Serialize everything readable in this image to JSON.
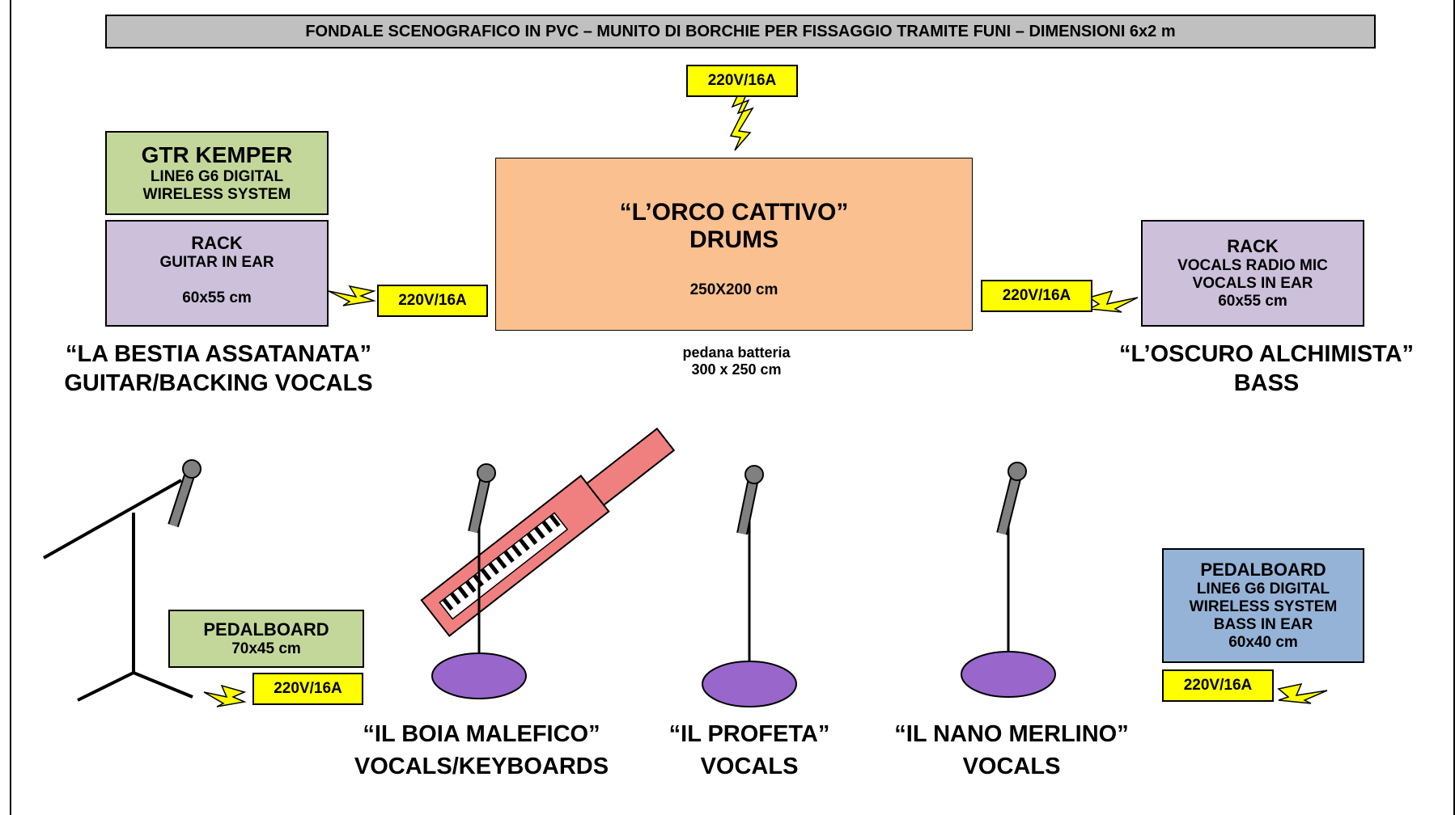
{
  "banner": "FONDALE SCENOGRAFICO IN PVC – MUNITO DI BORCHIE PER FISSAGGIO TRAMITE FUNI – DIMENSIONI 6x2 m",
  "power_label": "220V/16A",
  "gtr_kemper": {
    "title": "GTR KEMPER",
    "line1": "LINE6 G6 DIGITAL",
    "line2": "WIRELESS SYSTEM"
  },
  "rack_guitar": {
    "title": "RACK",
    "line1": "GUITAR IN EAR",
    "size": "60x55 cm"
  },
  "drums": {
    "name": "“L’ORCO CATTIVO”",
    "role": "DRUMS",
    "size": "250X200 cm",
    "riser_line1": "pedana batteria",
    "riser_line2": "300 x 250 cm"
  },
  "rack_vocals": {
    "title": "RACK",
    "line1": "VOCALS RADIO MIC",
    "line2": "VOCALS IN EAR",
    "size": "60x55 cm"
  },
  "performers": {
    "guitar": {
      "name": "“LA BESTIA ASSATANATA”",
      "role": "GUITAR/BACKING VOCALS"
    },
    "bass": {
      "name": "“L’OSCURO ALCHIMISTA”",
      "role": "BASS"
    },
    "keys": {
      "name": "“IL BOIA MALEFICO”",
      "role": "VOCALS/KEYBOARDS"
    },
    "profeta": {
      "name": "“IL PROFETA”",
      "role": "VOCALS"
    },
    "merlino": {
      "name": "“IL NANO MERLINO”",
      "role": "VOCALS"
    }
  },
  "pedalboard_guitar": {
    "title": "PEDALBOARD",
    "size": "70x45 cm"
  },
  "pedalboard_bass": {
    "title": "PEDALBOARD",
    "line1": "LINE6 G6 DIGITAL",
    "line2": "WIRELESS SYSTEM",
    "line3": "BASS IN EAR",
    "size": "60x40 cm"
  },
  "colors": {
    "banner": "#c0c0c0",
    "green_box": "#c4d79b",
    "lavender_box": "#ccc0da",
    "drums_box": "#fac090",
    "blue_box": "#95b3d7",
    "power_fill": "#ffff00",
    "mic_base": "#9966cc",
    "keytar": "#f08080"
  }
}
